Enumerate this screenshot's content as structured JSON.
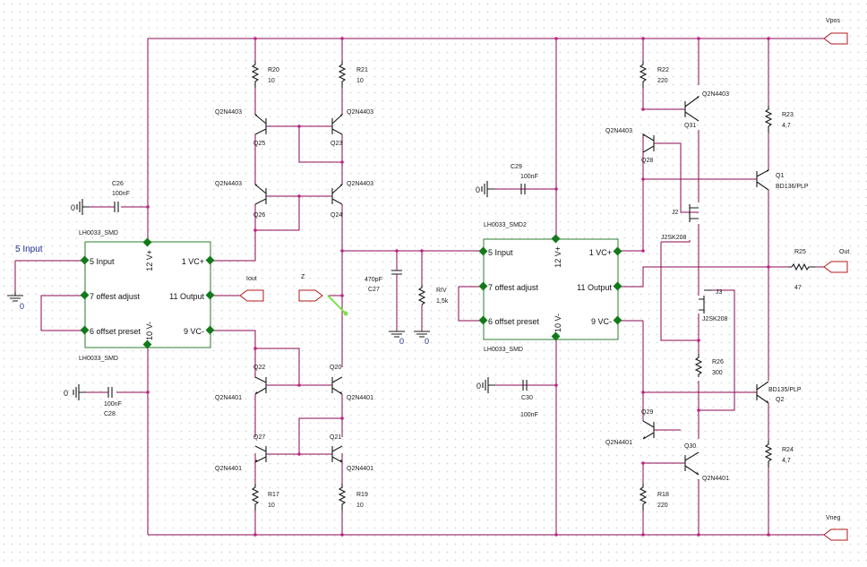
{
  "opamps": [
    {
      "name": "LH0033_SMD",
      "pins": [
        "5 Input",
        "7 offest adjust",
        "6 offset preset",
        "1 VC+",
        "11 Output",
        "9 VC-",
        "12 V+",
        "10 V-"
      ]
    },
    {
      "name": "LH0033_SMD2",
      "pins": [
        "5 Input",
        "7 offest adjust",
        "6 offset preset",
        "1 VC+",
        "11 Output",
        "9 VC-",
        "12 V+",
        "10 V-"
      ]
    },
    {
      "name": "LH0033_SMD"
    }
  ],
  "resistors": [
    {
      "ref": "R20",
      "value": "10"
    },
    {
      "ref": "R21",
      "value": "10"
    },
    {
      "ref": "R22",
      "value": "220"
    },
    {
      "ref": "R23",
      "value": "4,7"
    },
    {
      "ref": "R25",
      "value": "47"
    },
    {
      "ref": "RIV",
      "value": "1,5k"
    },
    {
      "ref": "R26",
      "value": "300"
    },
    {
      "ref": "R24",
      "value": "4,7"
    },
    {
      "ref": "R17",
      "value": "10"
    },
    {
      "ref": "R19",
      "value": "10"
    },
    {
      "ref": "R18",
      "value": "220"
    }
  ],
  "capacitors": [
    {
      "ref": "C26",
      "value": "100nF"
    },
    {
      "ref": "C28",
      "value": "100nF"
    },
    {
      "ref": "C29",
      "value": "100nF"
    },
    {
      "ref": "C27",
      "value": "470pF"
    },
    {
      "ref": "C30",
      "value": "100nF"
    }
  ],
  "transistors": [
    {
      "ref": "Q25",
      "model": "Q2N4403"
    },
    {
      "ref": "Q23",
      "model": "Q2N4403"
    },
    {
      "ref": "Q26",
      "model": "Q2N4403"
    },
    {
      "ref": "Q24",
      "model": "Q2N4403"
    },
    {
      "ref": "Q22",
      "model": "Q2N4401"
    },
    {
      "ref": "Q20",
      "model": "Q2N4401"
    },
    {
      "ref": "Q27",
      "model": "Q2N4401"
    },
    {
      "ref": "Q21",
      "model": "Q2N4401"
    },
    {
      "ref": "Q31",
      "model": "Q2N4403"
    },
    {
      "ref": "Q28",
      "model": "Q2N4403"
    },
    {
      "ref": "Q29",
      "model": "Q2N4401"
    },
    {
      "ref": "Q30",
      "model": "Q2N4401"
    },
    {
      "ref": "Q1",
      "model": "BD136/PLP"
    },
    {
      "ref": "Q2",
      "model": "BD135/PLP"
    }
  ],
  "jfets": [
    {
      "ref": "J2",
      "model": "J2SK208"
    },
    {
      "ref": "J3",
      "model": "J2SK208"
    }
  ],
  "ports": {
    "vpos": "Vpos",
    "vneg": "Vneg",
    "out": "Out",
    "iout": "Iout",
    "z": "Z",
    "input": "5 Input"
  },
  "grounds": {
    "zero": "0"
  },
  "colors": {
    "wire": "#8b0a50",
    "pin": "#137a1a",
    "junction": "#c2208a",
    "port": "#b01818",
    "text_blue": "#1d2d8c"
  }
}
